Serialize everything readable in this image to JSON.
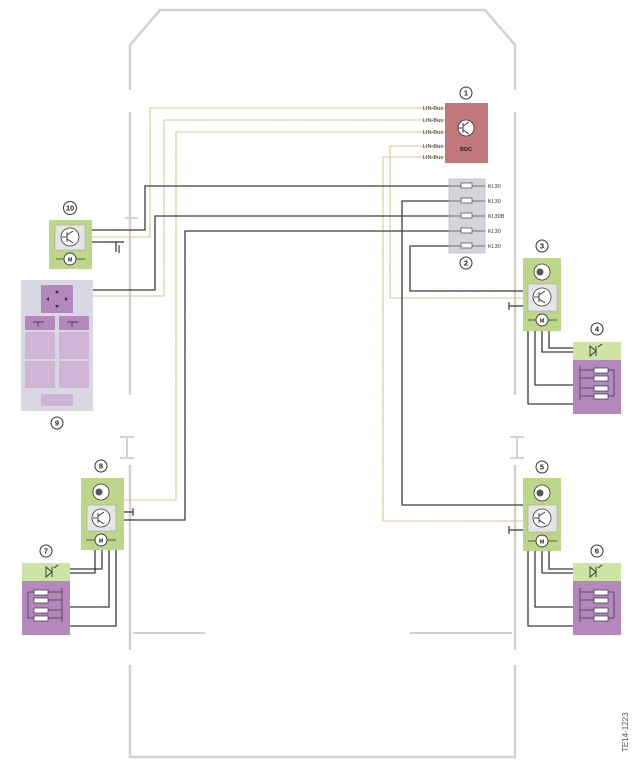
{
  "callouts": [
    "1",
    "2",
    "3",
    "4",
    "5",
    "6",
    "7",
    "8",
    "9",
    "10"
  ],
  "bdc": {
    "label": "BDC"
  },
  "lin_labels": [
    "LIN-Bus",
    "LIN-Bus",
    "LIN-Bus",
    "LIN-Bus",
    "LIN-Bus"
  ],
  "fuse_labels": [
    "Kl.30",
    "Kl.30",
    "Kl.30B",
    "Kl.30",
    "Kl.30"
  ],
  "motor_label": "M",
  "doc_id": "TE14-1223",
  "colors": {
    "bdc_box": "#c07878",
    "module_green": "#bdd68a",
    "switch_purple": "#b488bd",
    "fuse_gray": "#d4d4dc",
    "lin_bus_wire": "#f2c25a",
    "power_wire": "#3a3a44",
    "car_outline": "#d2d2d2"
  }
}
